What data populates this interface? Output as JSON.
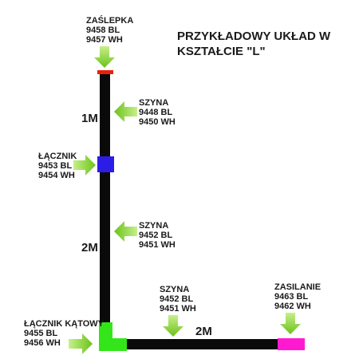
{
  "title": {
    "line1": "PRZYKŁADOWY UKŁAD W",
    "line2": "KSZTAŁCIE \"L\""
  },
  "colors": {
    "rail": "#0a0a0a",
    "end_cap": "#e8200c",
    "connector": "#2b1ce6",
    "corner_connector": "#33e61a",
    "power_feed": "#ff1ad2",
    "arrow": "#7ed321"
  },
  "components": {
    "end_cap": {
      "name": "ZAŚLEPKA",
      "code_bl": "9458 BL",
      "code_wh": "9457 WH"
    },
    "rail_top": {
      "name": "SZYNA",
      "code_bl": "9448 BL",
      "code_wh": "9450 WH"
    },
    "connector": {
      "name": "ŁĄCZNIK",
      "code_bl": "9453 BL",
      "code_wh": "9454 WH"
    },
    "rail_middle": {
      "name": "SZYNA",
      "code_bl": "9452 BL",
      "code_wh": "9451 WH"
    },
    "rail_bottom": {
      "name": "SZYNA",
      "code_bl": "9452 BL",
      "code_wh": "9451 WH"
    },
    "power_feed": {
      "name": "ZASILANIE",
      "code_bl": "9463 BL",
      "code_wh": "9462 WH"
    },
    "corner_connector": {
      "name": "ŁĄCZNIK KĄTOWY",
      "code_bl": "9455 BL",
      "code_wh": "9456 WH"
    }
  },
  "dimensions": {
    "upper_segment": "1M",
    "middle_segment": "2M",
    "horizontal_segment": "2M"
  }
}
